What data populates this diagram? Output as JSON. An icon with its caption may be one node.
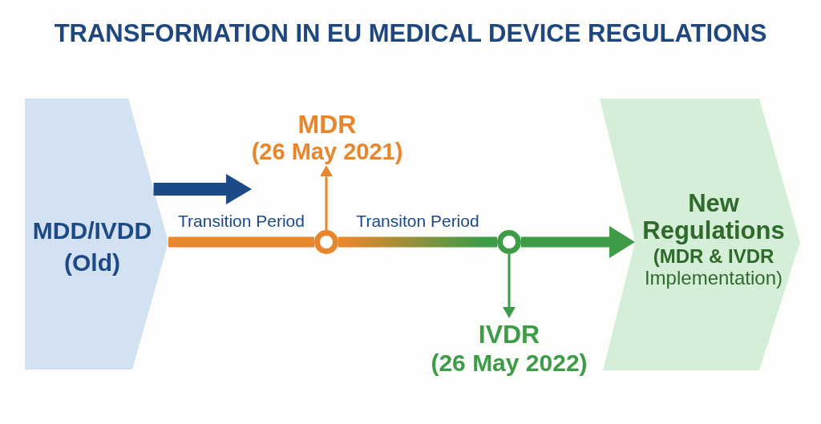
{
  "diagram": {
    "title": "TRANSFORMATION IN EU MEDICAL DEVICE REGULATIONS",
    "nodes": [
      {
        "text": [
          "MDD/IVDD (Old)"
        ]
      },
      {
        "text": [],
        "shape": "circle"
      },
      {
        "text": [
          "MDR",
          "(26 May 2021)"
        ]
      },
      {
        "text": [],
        "shape": "circle"
      },
      {
        "text": [
          "IVDR",
          "(26 May 2022)"
        ]
      },
      {
        "text": [
          "New Regulations",
          "**(MDR & IVDR** Implementation)"
        ]
      }
    ],
    "edges": [
      {
        "from": 0,
        "to": 2,
        "arrow": "to",
        "color": "#1b4a87"
      },
      {
        "from": 0,
        "to": 1,
        "arrow": "none",
        "label": "Transition Period",
        "color": "#e8862e"
      },
      {
        "from": 1,
        "to": 2,
        "arrow": "to",
        "color": "#e8862e"
      },
      {
        "from": 1,
        "to": 3,
        "arrow": "none",
        "label": "Transiton Period",
        "color": "#e8862e"
      },
      {
        "from": 3,
        "to": 4,
        "arrow": "to",
        "color": "#3e9b48"
      },
      {
        "from": 3,
        "to": 5,
        "arrow": "to",
        "color": "#3e9b48"
      }
    ]
  }
}
